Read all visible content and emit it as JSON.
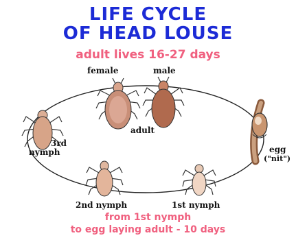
{
  "title": {
    "line1": "LIFE CYCLE",
    "line2": "OF HEAD LOUSE"
  },
  "subtitle": "adult lives 16-27 days",
  "stages": {
    "female": "female",
    "male": "male",
    "adult": "adult",
    "egg": "egg",
    "nit": "(\"nit\")",
    "first_nymph": "1st nymph",
    "second_nymph": "2nd nymph",
    "third_nymph_line1": "3rd",
    "third_nymph_line2": "nymph"
  },
  "footer": {
    "line1": "from 1st nymph",
    "line2": "to egg laying adult - 10 days"
  },
  "colors": {
    "title": "#1c2bd6",
    "accent": "#f0607f",
    "louse_body": "#d9a48c",
    "louse_dark": "#b06a4e"
  }
}
